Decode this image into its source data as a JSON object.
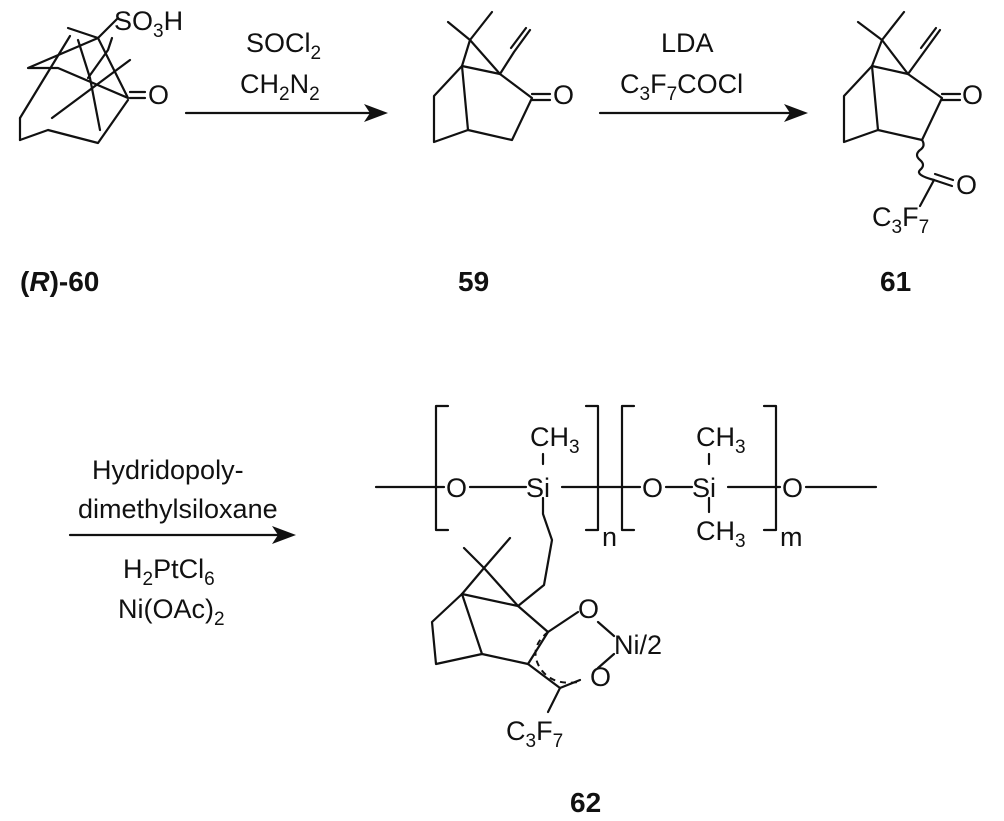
{
  "compounds": {
    "c60": {
      "prefix": "(",
      "stereo": "R",
      "suffix": ")-60"
    },
    "c59": {
      "label": "59"
    },
    "c61": {
      "label": "61"
    },
    "c62": {
      "label": "62"
    }
  },
  "step1": {
    "reagent1": {
      "a": "SOCl",
      "b": "2"
    },
    "reagent2": {
      "a": "CH",
      "b": "2",
      "c": "N",
      "d": "2"
    }
  },
  "step2": {
    "reagent1": "LDA",
    "reagent2": {
      "a": "C",
      "b": "3",
      "c": "F",
      "d": "7",
      "e": "COCl"
    }
  },
  "step3": {
    "line1": "Hydridopoly-",
    "line2": "dimethylsiloxane",
    "line3": {
      "a": "H",
      "b": "2",
      "c": "PtCl",
      "d": "6"
    },
    "line4": {
      "a": "Ni(OAc)",
      "b": "2"
    }
  },
  "atoms": {
    "so3h": {
      "a": "SO",
      "b": "3",
      "c": "H"
    },
    "oxygen": "O",
    "c3f7": {
      "a": "C",
      "b": "3",
      "c": "F",
      "d": "7"
    },
    "ch3": {
      "a": "CH",
      "b": "3"
    },
    "si": "Si",
    "ni": "Ni/2",
    "n": "n",
    "m": "m"
  }
}
